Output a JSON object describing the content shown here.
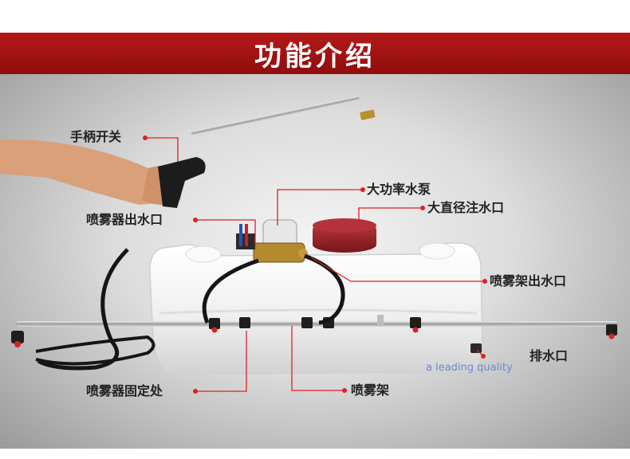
{
  "header": {
    "title": "功能介绍"
  },
  "callouts": {
    "handle_switch": "手柄开关",
    "pump": "大功率水泵",
    "fill_port": "大直径注水口",
    "sprayer_outlet": "喷雾器出水口",
    "boom_outlet": "喷雾架出水口",
    "drain": "排水口",
    "mount_point": "喷雾器固定处",
    "boom": "喷雾架"
  },
  "watermark": {
    "text": "a leading quality"
  },
  "colors": {
    "banner": "#a11414",
    "callout_line": "#e02020",
    "tank": "#f2f2f2",
    "lid": "#a3242b"
  }
}
